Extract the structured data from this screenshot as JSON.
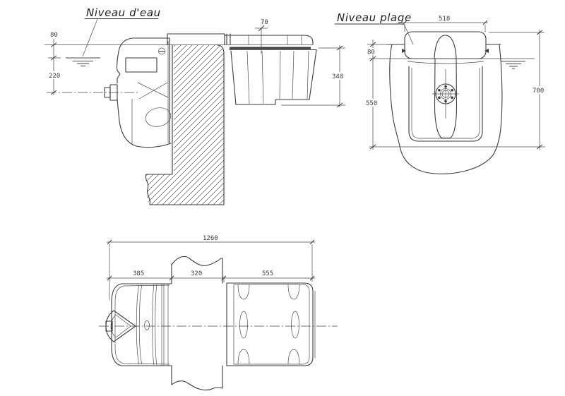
{
  "drawing": {
    "title_labels": {
      "water_level": "Niveau d'eau",
      "beach_level": "Niveau plage"
    },
    "side_view": {
      "dims": {
        "top_offset": "80",
        "water_to_axis": "220",
        "lid_leader": "70",
        "basket_height": "340"
      }
    },
    "front_view": {
      "dims": {
        "width": "518",
        "deck_to_water": "80",
        "water_to_floor": "550",
        "total_height": "700"
      }
    },
    "plan_view": {
      "dims": {
        "total_length": "1260",
        "front_depth": "385",
        "wall_thickness": "320",
        "basket_length": "555"
      }
    },
    "colors": {
      "line": "#3a3a3a",
      "dim_line": "#4a4a4a",
      "background": "#ffffff"
    }
  }
}
